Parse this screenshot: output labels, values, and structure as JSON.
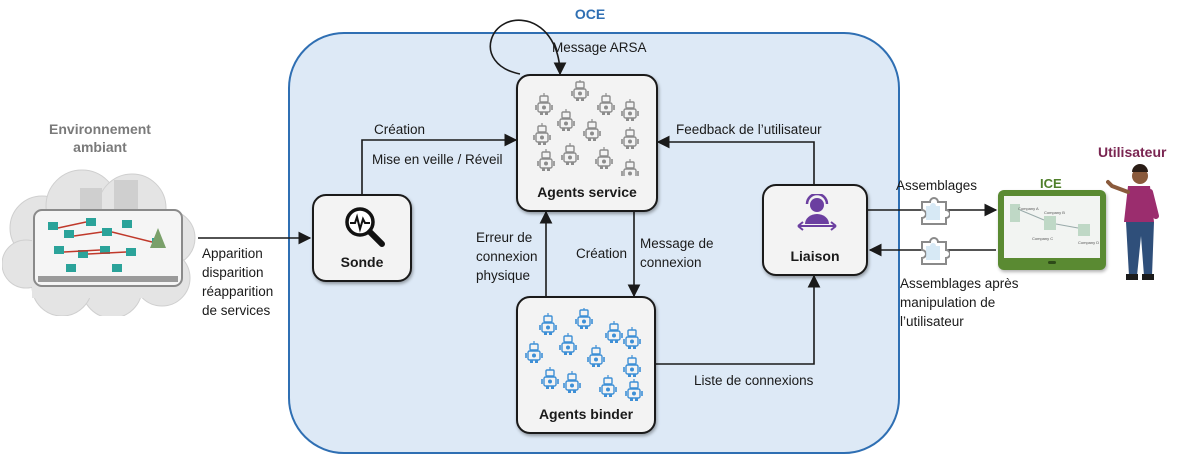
{
  "titles": {
    "oce": "OCE",
    "environment": "Environnement ambiant",
    "user": "Utilisateur",
    "ice": "ICE"
  },
  "nodes": {
    "agents_service": "Agents service",
    "agents_binder": "Agents binder",
    "sonde": "Sonde",
    "liaison": "Liaison"
  },
  "edges": {
    "message_arsa": "Message ARSA",
    "creation_top": "Création",
    "mise_en_veille": "Mise en veille / Réveil",
    "feedback": "Feedback de l’utilisateur",
    "erreur": [
      "Erreur de",
      "connexion",
      "physique"
    ],
    "creation_mid": "Création",
    "message_connexion": [
      "Message de",
      "connexion"
    ],
    "liste_connexions": "Liste de connexions",
    "apparition": [
      "Apparition",
      "disparition",
      "réapparition",
      "de services"
    ],
    "assemblages": "Assemblages",
    "assemblages_apres": [
      "Assemblages après",
      "manipulation de",
      "l’utilisateur"
    ]
  },
  "ice_screen": [
    "Company A",
    "Company B",
    "Company C",
    "Company D"
  ],
  "colors": {
    "oce_blue": "#2f6fb3",
    "oce_fill": "#dde9f6",
    "robot_gray": "#8c8c8c",
    "robot_blue": "#3d8fd6",
    "liaison_purple": "#6b3fa0",
    "ice_green": "#5a8a32",
    "user_title": "#7a2551"
  }
}
